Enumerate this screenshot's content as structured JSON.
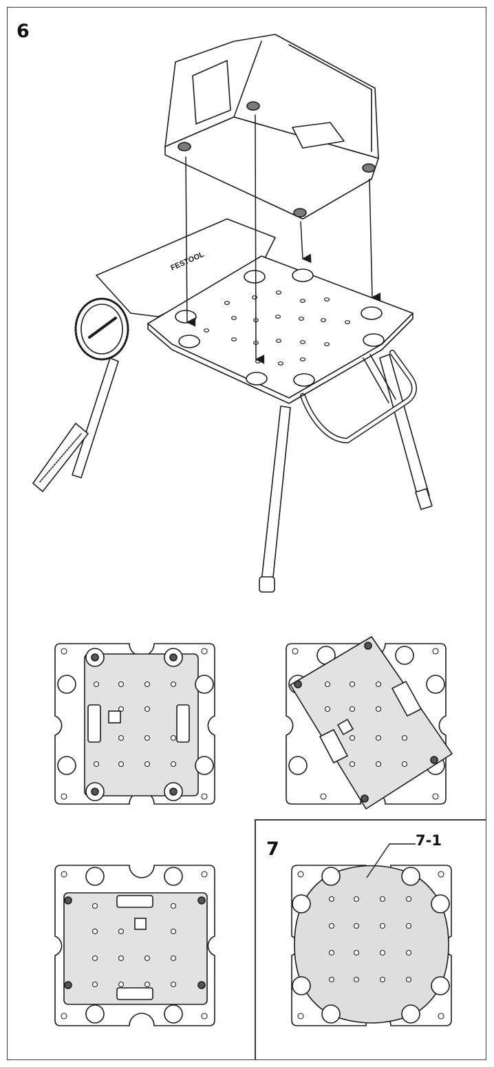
{
  "figures": {
    "fig6": {
      "number": "6"
    },
    "fig7": {
      "number": "7",
      "callout": "7-1"
    }
  },
  "branding": {
    "stand_label": "FESTOOL"
  },
  "colors": {
    "line": "#1a1a1a",
    "plate_fill": "#ffffff",
    "tool_base_fill": "#e2e2e2",
    "disc_fill": "#dedede",
    "frame": "#3a3a3a"
  }
}
